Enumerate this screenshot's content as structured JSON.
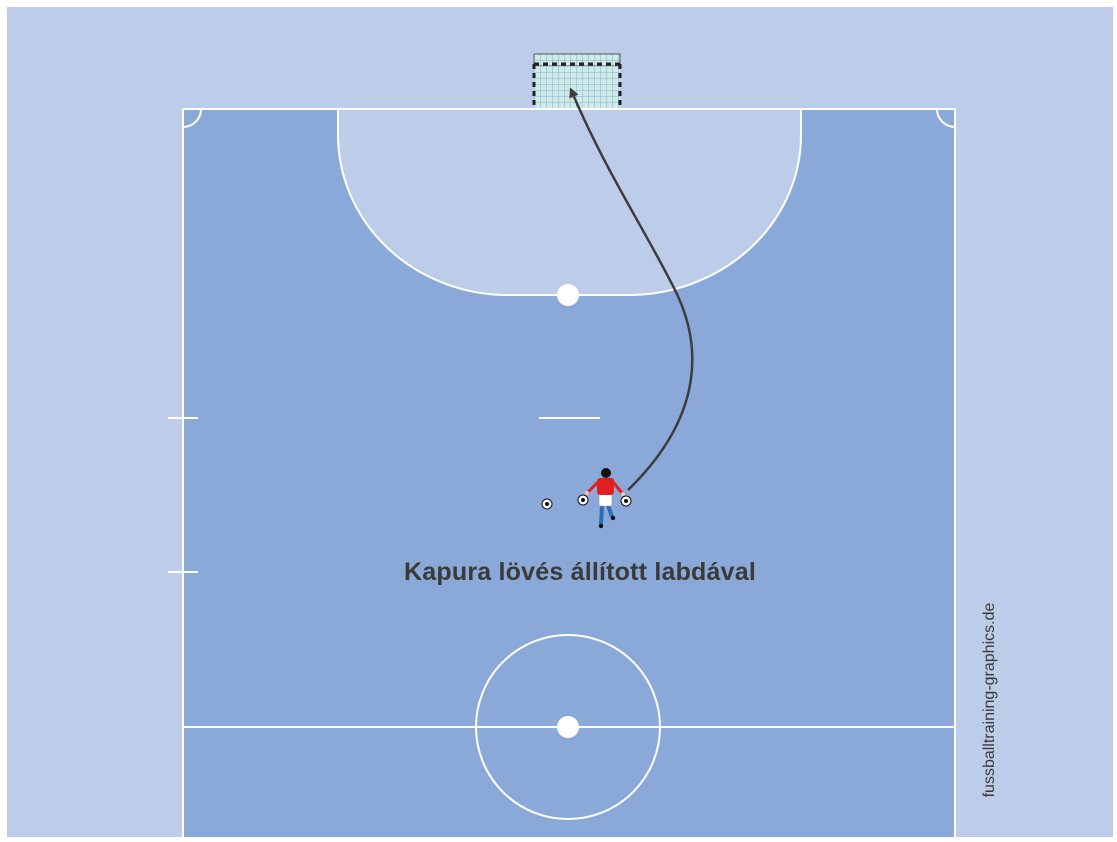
{
  "title": "Kapura lövés állított labdával",
  "watermark": "fussballtraining-graphics.de",
  "colors": {
    "background": "#bccce9",
    "pitch": "#8aa9d8",
    "penalty_area": "#bccce9",
    "lines": "#ffffff",
    "player_shirt": "#e02020",
    "player_shorts": "#ffffff",
    "player_legs": "#2a6fb0",
    "arrow": "#3d3d3d",
    "text": "#3a3a3a"
  },
  "elements": {
    "goal": "goal-net",
    "player": "player-shooter",
    "balls": 3,
    "shot_path": "curved-arrow-to-goal"
  }
}
